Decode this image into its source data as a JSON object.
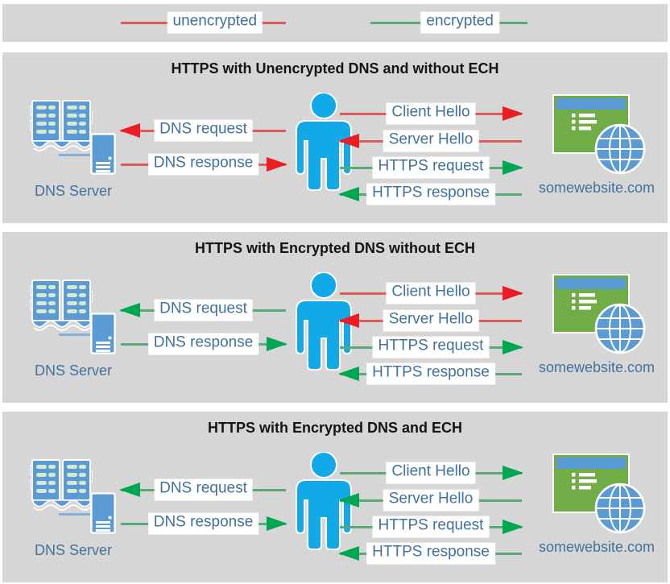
{
  "colors": {
    "panel_bg": "#d6d6d6",
    "title_black": "#141414",
    "text_blue": "#41719c",
    "unencrypted_line": "#dc5b5b",
    "unencrypted_head": "#ec1c24",
    "encrypted_line": "#5aa979",
    "encrypted_head": "#00a650",
    "icon_blue": "#5b9bd5",
    "person_blue": "#12a9e9",
    "site_green": "#70ad47"
  },
  "legend": {
    "unencrypted": {
      "label": "unencrypted",
      "encrypted": false
    },
    "encrypted": {
      "label": "encrypted",
      "encrypted": true
    }
  },
  "panels": [
    {
      "title": "HTTPS with Unencrypted DNS and without ECH",
      "dns_server_label": "DNS Server",
      "website_label": "somewebsite.com",
      "arrows": {
        "dns_request": {
          "label": "DNS request",
          "encrypted": false,
          "direction": "left"
        },
        "dns_response": {
          "label": "DNS response",
          "encrypted": false,
          "direction": "right"
        },
        "client_hello": {
          "label": "Client Hello",
          "encrypted": false,
          "direction": "right"
        },
        "server_hello": {
          "label": "Server Hello",
          "encrypted": false,
          "direction": "left"
        },
        "https_request": {
          "label": "HTTPS request",
          "encrypted": true,
          "direction": "right"
        },
        "https_response": {
          "label": "HTTPS response",
          "encrypted": true,
          "direction": "left"
        }
      }
    },
    {
      "title": "HTTPS with Encrypted DNS without ECH",
      "dns_server_label": "DNS Server",
      "website_label": "somewebsite.com",
      "arrows": {
        "dns_request": {
          "label": "DNS request",
          "encrypted": true,
          "direction": "left"
        },
        "dns_response": {
          "label": "DNS response",
          "encrypted": true,
          "direction": "right"
        },
        "client_hello": {
          "label": "Client Hello",
          "encrypted": false,
          "direction": "right"
        },
        "server_hello": {
          "label": "Server Hello",
          "encrypted": false,
          "direction": "left"
        },
        "https_request": {
          "label": "HTTPS request",
          "encrypted": true,
          "direction": "right"
        },
        "https_response": {
          "label": "HTTPS response",
          "encrypted": true,
          "direction": "left"
        }
      }
    },
    {
      "title": "HTTPS with Encrypted DNS and ECH",
      "dns_server_label": "DNS Server",
      "website_label": "somewebsite.com",
      "arrows": {
        "dns_request": {
          "label": "DNS request",
          "encrypted": true,
          "direction": "left"
        },
        "dns_response": {
          "label": "DNS response",
          "encrypted": true,
          "direction": "right"
        },
        "client_hello": {
          "label": "Client Hello",
          "encrypted": true,
          "direction": "right"
        },
        "server_hello": {
          "label": "Server Hello",
          "encrypted": true,
          "direction": "left"
        },
        "https_request": {
          "label": "HTTPS request",
          "encrypted": true,
          "direction": "right"
        },
        "https_response": {
          "label": "HTTPS response",
          "encrypted": true,
          "direction": "left"
        }
      }
    }
  ]
}
